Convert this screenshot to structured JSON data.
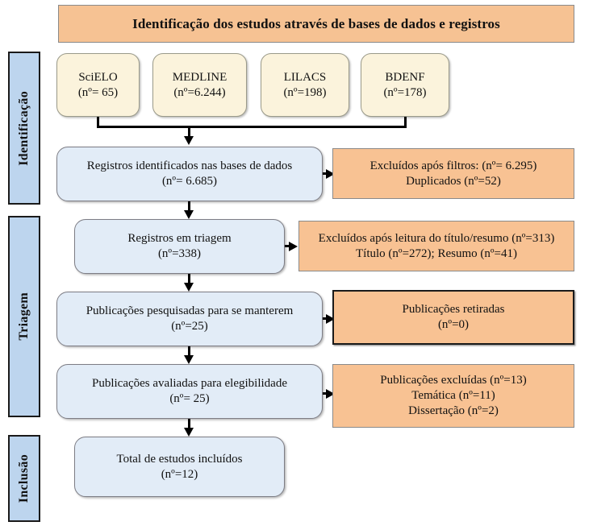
{
  "header": {
    "title": "Identificação dos estudos através de bases de dados e registros",
    "bg_color": "#f6c293"
  },
  "stages": [
    {
      "label": "Identificação",
      "bg_color": "#bdd5ee"
    },
    {
      "label": "Triagem",
      "bg_color": "#bdd5ee"
    },
    {
      "label": "Inclusão",
      "bg_color": "#bdd5ee"
    }
  ],
  "sources": [
    {
      "name": "SciELO",
      "count": "(nº= 65)"
    },
    {
      "name": "MEDLINE",
      "count": "(nº=6.244)"
    },
    {
      "name": "LILACS",
      "count": "(nº=198)"
    },
    {
      "name": "BDENF",
      "count": "(nº=178)"
    }
  ],
  "flow": [
    {
      "line1": "Registros identificados nas bases de dados",
      "line2": "(nº= 6.685)"
    },
    {
      "line1": "Registros em triagem",
      "line2": "(nº=338)"
    },
    {
      "line1": "Publicações pesquisadas para se manterem",
      "line2": "(nº=25)"
    },
    {
      "line1": "Publicações avaliadas para elegibilidade",
      "line2": "(nº= 25)"
    },
    {
      "line1": "Total de estudos incluídos",
      "line2": "(nº=12)"
    }
  ],
  "exclusions": [
    {
      "line1": "Excluídos após filtros: (nº= 6.295)",
      "line2": "Duplicados (nº=52)",
      "line3": ""
    },
    {
      "line1": "Excluídos após leitura do título/resumo (nº=313)",
      "line2": "Título (nº=272); Resumo (nº=41)",
      "line3": ""
    },
    {
      "line1": "Publicações retiradas",
      "line2": "(nº=0)",
      "line3": ""
    },
    {
      "line1": "Publicações excluídas (nº=13)",
      "line2": "Temática (nº=11)",
      "line3": "Dissertação (nº=2)"
    }
  ],
  "colors": {
    "orange": "#f8c293",
    "blue_light": "#e2ecf7",
    "blue_stage": "#bdd5ee",
    "cream": "#fbf3dc",
    "connector": "#000000"
  }
}
